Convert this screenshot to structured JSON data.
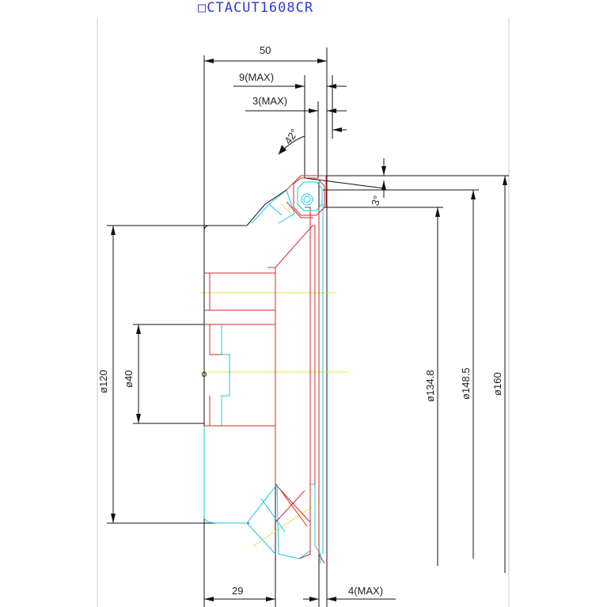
{
  "title": "□CTACUT1608CR",
  "dimensions": {
    "width_total": "50",
    "max_9": "9(MAX)",
    "max_3": "3(MAX)",
    "angle_42": "42°",
    "angle_3": "3°",
    "dia_120": "ø120",
    "dia_40": "ø40",
    "dia_134_8": "ø134.8",
    "dia_148_5": "ø148.5",
    "dia_160": "ø160",
    "width_29": "29",
    "max_4": "4(MAX)"
  },
  "colors": {
    "title": "#2f3bd6",
    "outline": "#111111",
    "section": "#d62828",
    "cutter": "#19c7e6",
    "centerline": "#e8dd4a"
  }
}
